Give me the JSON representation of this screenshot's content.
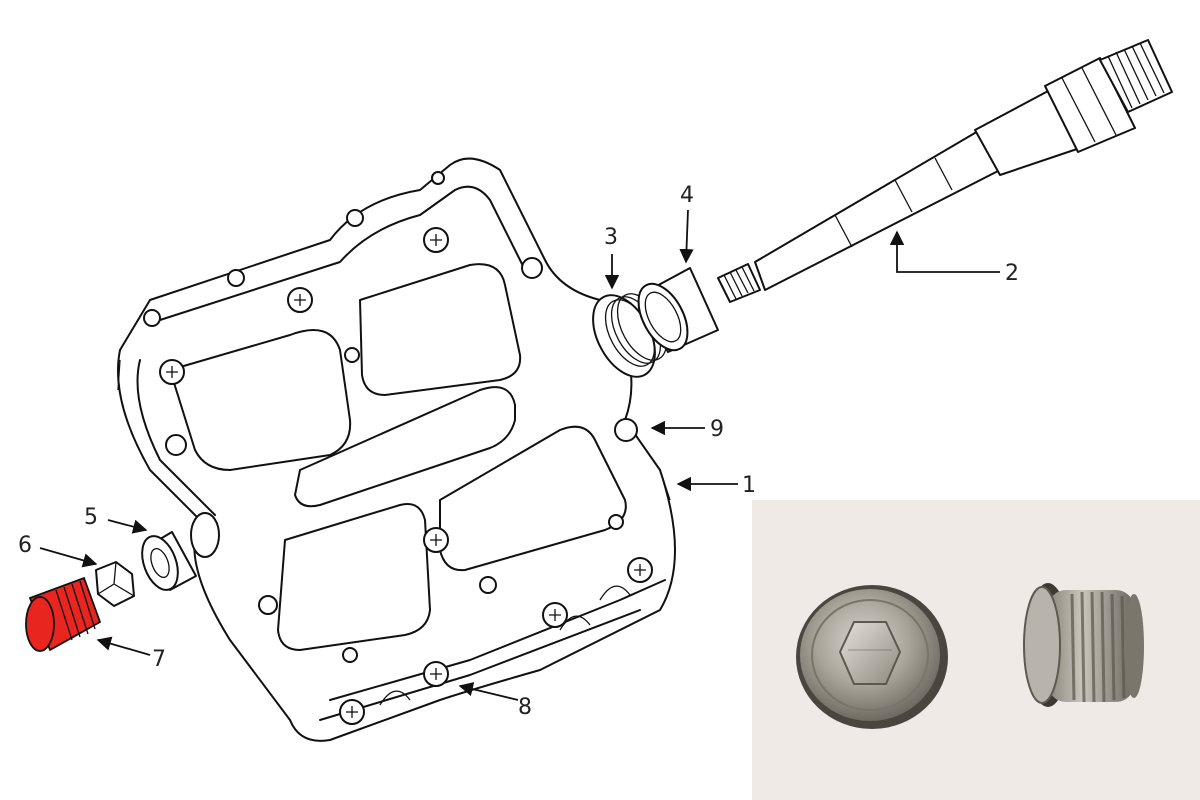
{
  "callouts": {
    "c1": "1",
    "c2": "2",
    "c3": "3",
    "c4": "4",
    "c5": "5",
    "c6": "6",
    "c7": "7",
    "c8": "8",
    "c9": "9"
  },
  "highlight_color": "#e8251f",
  "photo_background": "#efeae6"
}
